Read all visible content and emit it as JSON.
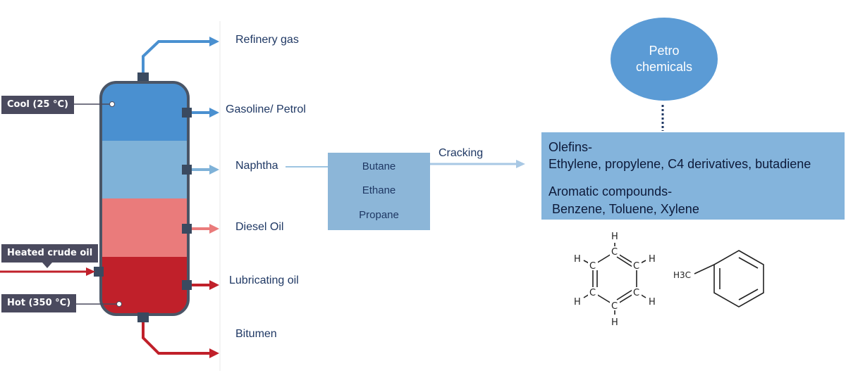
{
  "column": {
    "top_label": "Cool (25 °C)",
    "bottom_label": "Hot (350 °C)",
    "feed_label": "Heated crude oil"
  },
  "fractions": [
    {
      "name": "Refinery gas"
    },
    {
      "name": "Gasoline/ Petrol"
    },
    {
      "name": "Naphtha"
    },
    {
      "name": "Diesel Oil"
    },
    {
      "name": "Lubricating oil"
    },
    {
      "name": "Bitumen"
    }
  ],
  "cracking_feed": {
    "items": [
      "Butane",
      "Ethane",
      "Propane"
    ]
  },
  "cracking_label": "Cracking",
  "petrochemicals": "Petro chemicals",
  "products": {
    "olefins_heading": "Olefins-",
    "olefins_list": "Ethylene, propylene,  C4 derivatives, butadiene",
    "aromatics_heading": "Aromatic compounds-",
    "aromatics_list": " Benzene, Toluene, Xylene"
  },
  "structures": {
    "benzene_atoms": [
      "H",
      "C",
      "C",
      "H",
      "C",
      "H",
      "C",
      "H",
      "C",
      "C",
      "H",
      "H"
    ],
    "toluene_methyl": "H3C"
  },
  "colors": {
    "gas": "#4a90d0",
    "cool_layer": "#4a90d0",
    "light_layer": "#7fb2d8",
    "pink_layer": "#ea7b7b",
    "hot_layer": "#c0202a",
    "dark_gray": "#4a4a5e"
  }
}
